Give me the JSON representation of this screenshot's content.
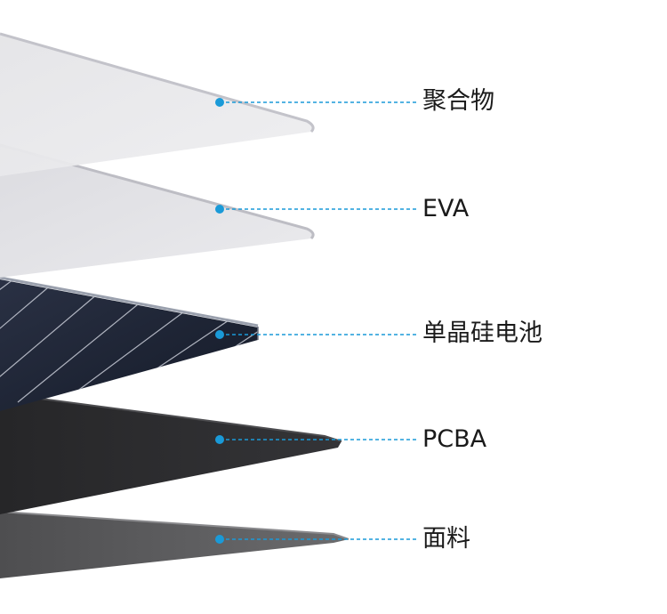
{
  "diagram": {
    "layers": [
      {
        "label": "聚合物",
        "fill": "#e9e9ec",
        "edge": "#c4c4ca"
      },
      {
        "label": "EVA",
        "fill": "#e1e1e5",
        "edge": "#c0c0c6"
      },
      {
        "label": "单晶硅电池",
        "fill": "#1f2535",
        "edge": "#8f95a3"
      },
      {
        "label": "PCBA",
        "fill": "#2f2f31",
        "edge": "#4a4a4d"
      },
      {
        "label": "面料",
        "fill": "#5a5a5c",
        "edge": "#858588"
      }
    ],
    "leader_color": "#1a9ad8"
  }
}
